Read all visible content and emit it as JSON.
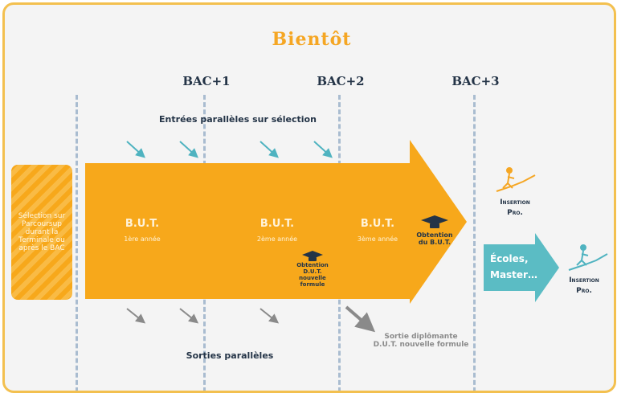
{
  "title": "Bientôt",
  "bac_labels": [
    "BAC+1",
    "BAC+2",
    "BAC+3"
  ],
  "entrees_label": "Entrées parallèles sur sélection",
  "sorties_label": "Sorties parallèles",
  "preselection_text": "Sélection sur\nParcoursup\ndurant la\nTerminale ou\naprès le BAC",
  "years": [
    {
      "title": "B.U.T.",
      "subtitle": "1ère année"
    },
    {
      "title": "B.U.T.",
      "subtitle": "2ème année"
    },
    {
      "title": "B.U.T.",
      "subtitle": "3ème année"
    }
  ],
  "obtention_dut": "Obtention\nD.U.T.\nnouvelle\nformule",
  "obtention_but": "Obtention\ndu B.U.T.",
  "insertion_pro_1": "Insertion\nPro.",
  "insertion_pro_2": "Insertion\nPro.",
  "ecoles": "Écoles,\nMaster…",
  "sortie_diplomante": "Sortie diplômante\nD.U.T. nouvelle formule",
  "colors": {
    "orange": "#f7a81b",
    "teal": "#5bbcc4",
    "navy": "#243447",
    "gray": "#8b8b8b"
  }
}
